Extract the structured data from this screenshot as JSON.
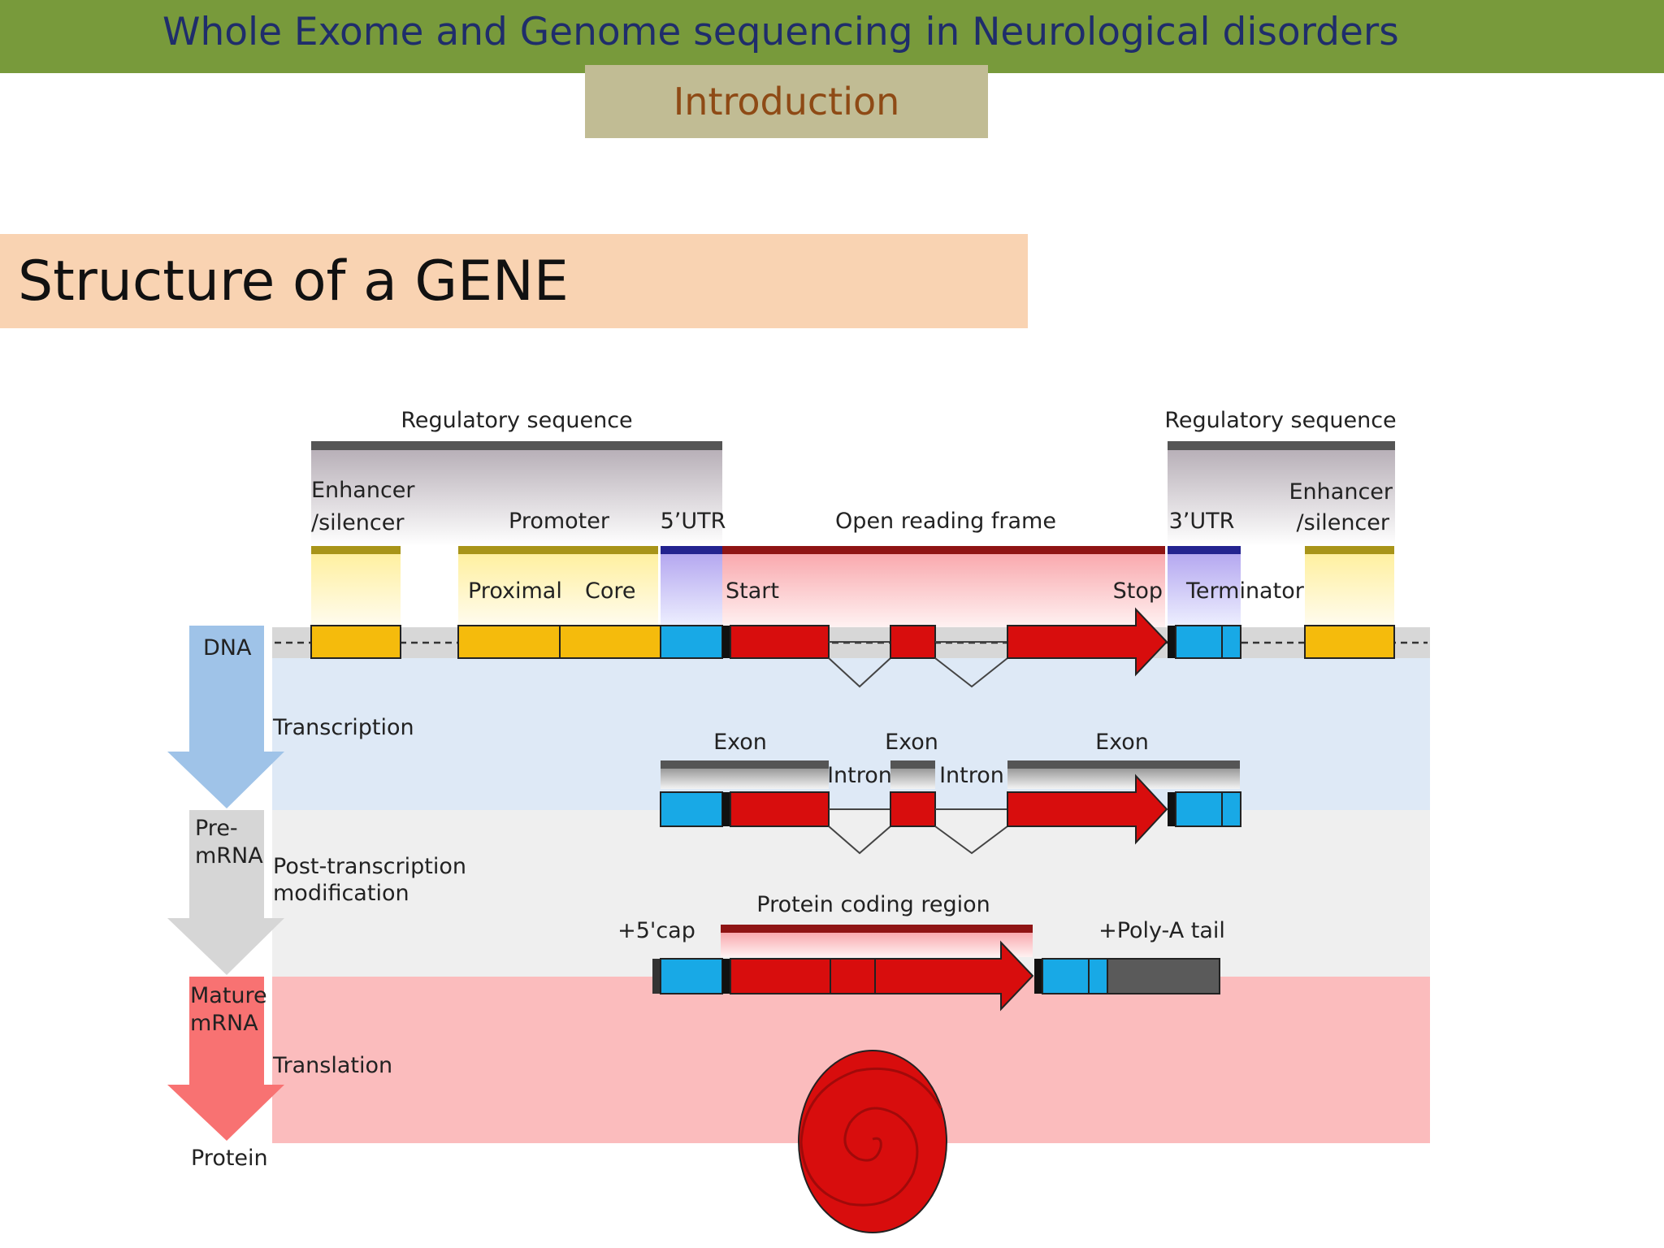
{
  "header": {
    "title": "Whole Exome  and Genome sequencing in Neurological disorders",
    "section_tab": "Introduction"
  },
  "slide": {
    "title": "Structure of a GENE"
  },
  "diagram": {
    "stages": {
      "dna": "DNA",
      "pre_mrna_line1": "Pre-",
      "pre_mrna_line2": "mRNA",
      "mature_mrna_line1": "Mature",
      "mature_mrna_line2": "mRNA",
      "protein": "Protein"
    },
    "processes": {
      "transcription": "Transcription",
      "post_transcription_line1": "Post-transcription",
      "post_transcription_line2": "modification",
      "translation": "Translation"
    },
    "dna_labels": {
      "regulatory_left": "Regulatory sequence",
      "regulatory_right": "Regulatory sequence",
      "enhancer_left_line1": "Enhancer",
      "enhancer_left_line2": "/silencer",
      "promoter": "Promoter",
      "five_utr": "5’UTR",
      "open_reading_frame": "Open reading frame",
      "three_utr": "3’UTR",
      "enhancer_right_line1": "Enhancer",
      "enhancer_right_line2": "/silencer",
      "proximal": "Proximal",
      "core": "Core",
      "start": "Start",
      "stop": "Stop",
      "terminator": "Terminator"
    },
    "pre_mrna_labels": {
      "exon1": "Exon",
      "exon2": "Exon",
      "exon3": "Exon",
      "intron1": "Intron",
      "intron2": "Intron"
    },
    "mature_labels": {
      "protein_coding_region": "Protein coding region",
      "five_cap": "+5'cap",
      "poly_a_tail": "+Poly-A tail"
    },
    "colors": {
      "enhancer": "#f5bb0c",
      "utr": "#18a9e6",
      "exon": "#d80d0d",
      "regulatory_bar": "#555555",
      "olive_bar": "#a89418",
      "utr_bar": "#23238f",
      "orf_bar": "#8f1414",
      "dna_band": "#dee9f6",
      "pre_mrna_band": "#efefef",
      "mature_band": "#fbbcbd",
      "dna_arrow": "#9fc3e8",
      "pre_arrow": "#d6d6d6",
      "mature_arrow": "#f87272",
      "poly_a": "#5a5a5a"
    }
  }
}
